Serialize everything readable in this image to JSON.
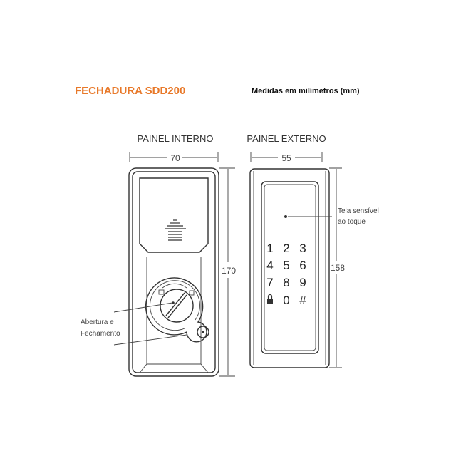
{
  "header": {
    "title": "FECHADURA SDD200",
    "units_note": "Medidas em milímetros (mm)",
    "title_color": "#E8792A"
  },
  "internal_panel": {
    "label": "PAINEL INTERNO",
    "width": "70",
    "height": "170",
    "callout_line1": "Abertura e",
    "callout_line2": "Fechamento"
  },
  "external_panel": {
    "label": "PAINEL EXTERNO",
    "width": "55",
    "height": "158",
    "callout_line1": "Tela sensível",
    "callout_line2": "ao toque",
    "keys": [
      "1",
      "2",
      "3",
      "4",
      "5",
      "6",
      "7",
      "8",
      "9",
      "lock-icon",
      "0",
      "#"
    ]
  }
}
